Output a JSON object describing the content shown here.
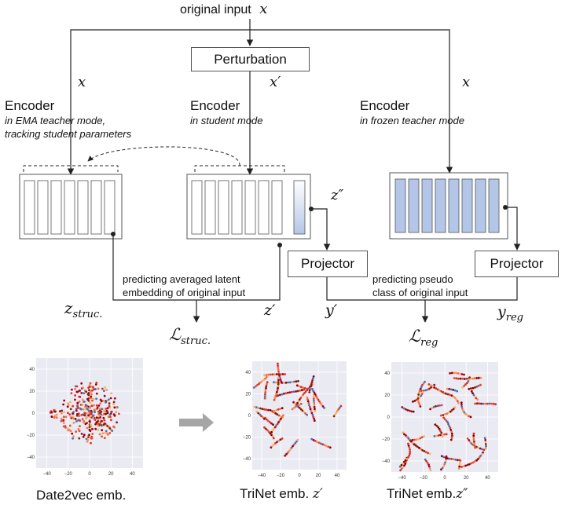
{
  "header": {
    "input_label": "original input",
    "input_var": "x"
  },
  "perturbation": {
    "label": "Perturbation"
  },
  "encoders": [
    {
      "title": "Encoder",
      "mode_line1": "in EMA teacher mode,",
      "mode_line2": "tracking student parameters"
    },
    {
      "title": "Encoder",
      "mode_line1": "in student mode"
    },
    {
      "title": "Encoder",
      "mode_line1": "in frozen teacher mode"
    }
  ],
  "vars": {
    "x_left": "x",
    "x_prime": "x′",
    "x_right": "x",
    "z_dprime": "z″",
    "z_struc": "z",
    "z_struc_sub": "struc.",
    "z_prime": "z′",
    "y_prime": "y′",
    "y_reg": "y",
    "y_reg_sub": "reg",
    "L_struc": "ℒ",
    "L_struc_sub": "struc.",
    "L_reg": "ℒ",
    "L_reg_sub": "reg"
  },
  "projectors": {
    "left": "Projector",
    "right": "Projector"
  },
  "notes": {
    "struc_line1": "predicting averaged latent",
    "struc_line2": "embedding of original input",
    "reg_line1": "predicting pseudo",
    "reg_line2": "class of original input"
  },
  "captions": {
    "date2vec": "Date2vec emb.",
    "trinet_z_prime_text": "TriNet emb.",
    "trinet_z_prime_var": "z′",
    "trinet_z_dprime_text": "TriNet emb.",
    "trinet_z_dprime_var": "z″"
  },
  "colors": {
    "frozen_fill": "#b3c6e7",
    "line": "#222222",
    "arrow_gray": "#a6a6a6",
    "plot_bg": "#eaeaf2"
  },
  "plots": [
    {
      "name": "date2vec",
      "x_ticks": [
        "−40",
        "−20",
        "0",
        "20",
        "40"
      ],
      "y_ticks": [
        "40",
        "20",
        "0",
        "−20",
        "−40"
      ]
    },
    {
      "name": "trinet-z-prime",
      "x_ticks": [
        "−40",
        "−20",
        "0",
        "20",
        "40"
      ],
      "y_ticks": [
        "40",
        "20",
        "0",
        "−20",
        "−40"
      ]
    },
    {
      "name": "trinet-z-dprime",
      "x_ticks": [
        "−40",
        "−20",
        "0",
        "20",
        "40"
      ],
      "y_ticks": [
        "40",
        "20",
        "0",
        "−20",
        "−40"
      ]
    }
  ]
}
